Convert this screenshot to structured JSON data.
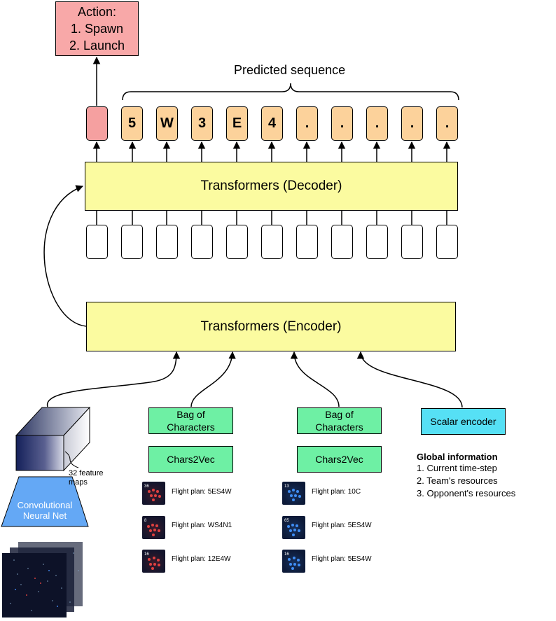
{
  "action": {
    "title": "Action:",
    "line1": "1. Spawn",
    "line2": "2. Launch"
  },
  "predicted_label": "Predicted sequence",
  "tokens": [
    "5",
    "W",
    "3",
    "E",
    "4",
    ".",
    ".",
    ".",
    ".",
    "."
  ],
  "decoder_label": "Transformers (Decoder)",
  "encoder_label": "Transformers (Encoder)",
  "bag_label_1": "Bag of Characters",
  "bag_label_2": "Bag of Characters",
  "chars2vec_1": "Chars2Vec",
  "chars2vec_2": "Chars2Vec",
  "scalar_label": "Scalar encoder",
  "cnn_label": "Convolutional Neural Net",
  "feature_maps_label": "32 feature maps",
  "plans_left": [
    {
      "badge": "36",
      "text": "Flight plan: 5ES4W"
    },
    {
      "badge": "8",
      "text": "Flight plan: WS4N1"
    },
    {
      "badge": "16",
      "text": "Flight plan: 12E4W"
    }
  ],
  "plans_right": [
    {
      "badge": "13",
      "text": "Flight plan: 10C"
    },
    {
      "badge": "65",
      "text": "Flight plan: 5ES4W"
    },
    {
      "badge": "16",
      "text": "Flight plan: 5ES4W"
    }
  ],
  "global_info": {
    "title": "Global information",
    "items": [
      "1. Current time-step",
      "2. Team's resources",
      "3. Opponent's resources"
    ]
  },
  "colors": {
    "action": "#f8a8a8",
    "token": "#fcd29b",
    "transformer": "#fbfba0",
    "bag": "#6ef0a4",
    "scalar": "#56e0f5",
    "cnn": "#64a8f5"
  }
}
